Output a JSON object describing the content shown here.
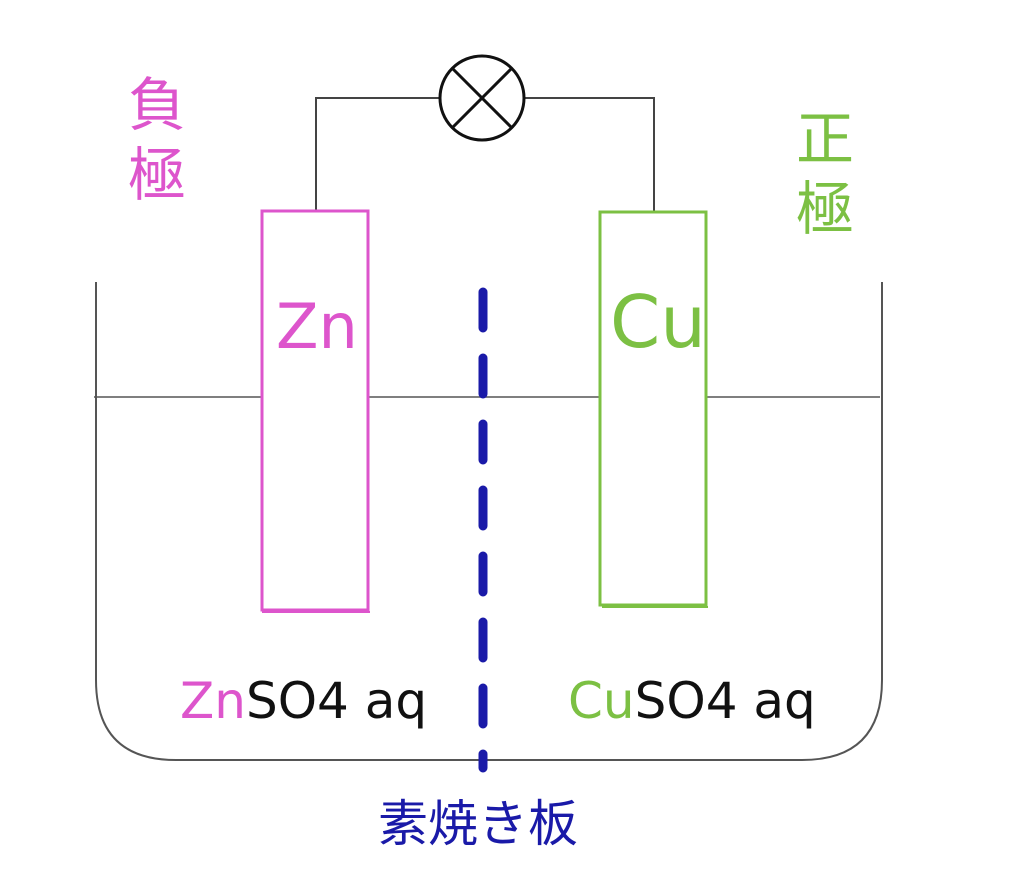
{
  "colors": {
    "zinc": "#dd55cc",
    "copper": "#7cc043",
    "separator": "#1a1aa8",
    "wire": "#444444",
    "vessel": "#555555",
    "text_dark": "#111111"
  },
  "labels": {
    "negative_electrode": "負極",
    "positive_electrode": "正極",
    "zn_electrode": "Zn",
    "cu_electrode": "Cu",
    "zn_solution_metal": "Zn",
    "zn_solution_rest": "SO4 aq",
    "cu_solution_metal": "Cu",
    "cu_solution_rest": "SO4 aq",
    "separator": "素焼き板"
  },
  "icons": {
    "bulb": "lamp-icon"
  }
}
